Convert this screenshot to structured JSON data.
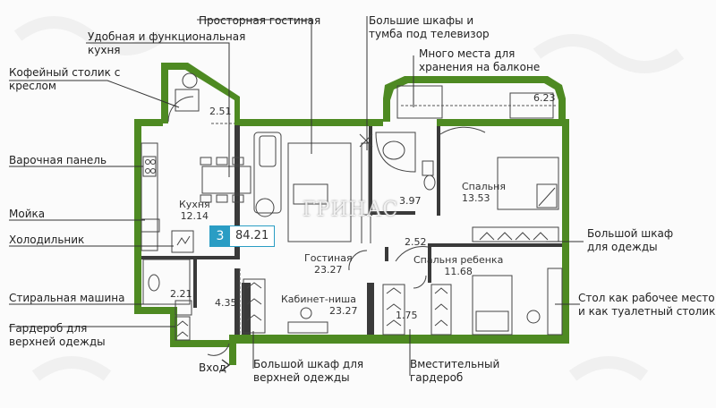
{
  "apartment": {
    "rooms_count": "3",
    "total_area": "84.21"
  },
  "watermark": "ГРИНАС",
  "rooms": {
    "kitchen": {
      "name": "Кухня",
      "area": "12.14"
    },
    "living": {
      "name": "Гостиная",
      "area": "23.27"
    },
    "office": {
      "name": "Кабинет-ниша",
      "area": "23.27"
    },
    "bedroom": {
      "name": "Спальня",
      "area": "13.53"
    },
    "child": {
      "name": "Спальня ребенка",
      "area": "11.68"
    }
  },
  "dimensions": {
    "d1": "2.51",
    "d2": "6.23",
    "d3": "3.97",
    "d4": "2.52",
    "d5": "2.21",
    "d6": "4.35",
    "d7": "1.75"
  },
  "entrance": "Вход",
  "annotations": {
    "kitchen_func": [
      "Удобная и функциональная",
      "кухня"
    ],
    "living_spacious": "Просторная гостиная",
    "wardrobes_tv": [
      "Большие шкафы и",
      "тумба под телевизор"
    ],
    "balcony_storage": [
      "Много места для",
      "хранения на балконе"
    ],
    "coffee_table": [
      "Кофейный столик с",
      "креслом"
    ],
    "cooktop": "Варочная панель",
    "sink": "Мойка",
    "fridge": "Холодильник",
    "washer": "Стиральная машина",
    "hall_wardrobe": [
      "Гардероб для",
      "верхней одежды"
    ],
    "big_wardrobe_clothes": [
      "Большой шкаф",
      "для одежды"
    ],
    "desk_table": [
      "Стол как рабочее место",
      "и как туалетный столик"
    ],
    "big_wardrobe_outer": [
      "Большой шкаф для",
      "верхней одежды"
    ],
    "roomy_wardrobe": [
      "Вместительный",
      "гардероб"
    ]
  },
  "colors": {
    "wall": "#4e8a22",
    "badge": "#2a9dc4",
    "leader": "#333333"
  }
}
